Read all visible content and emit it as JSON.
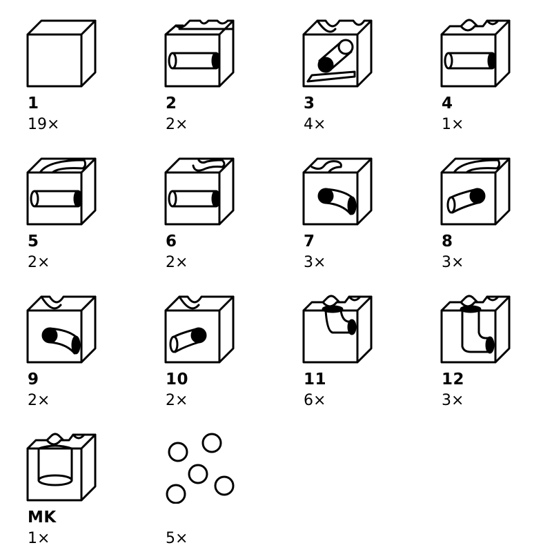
{
  "parts": [
    {
      "id": "1",
      "qty": "19×",
      "icon": "plain-cube-icon"
    },
    {
      "id": "2",
      "qty": "2×",
      "icon": "double-groove-tunnel-cube-icon"
    },
    {
      "id": "3",
      "qty": "4×",
      "icon": "diagonal-drop-cube-icon"
    },
    {
      "id": "4",
      "qty": "1×",
      "icon": "cross-groove-tunnel-cube-icon"
    },
    {
      "id": "5",
      "qty": "2×",
      "icon": "curve-groove-tunnel-cube-icon"
    },
    {
      "id": "6",
      "qty": "2×",
      "icon": "bend-groove-tunnel-cube-icon"
    },
    {
      "id": "7",
      "qty": "3×",
      "icon": "bend-groove-hole-cube-icon"
    },
    {
      "id": "8",
      "qty": "3×",
      "icon": "curve-groove-hole-cube-icon"
    },
    {
      "id": "9",
      "qty": "2×",
      "icon": "groove-hole-right-cube-icon"
    },
    {
      "id": "10",
      "qty": "2×",
      "icon": "groove-hole-left-cube-icon"
    },
    {
      "id": "11",
      "qty": "6×",
      "icon": "cross-groove-drop-cube-icon"
    },
    {
      "id": "12",
      "qty": "3×",
      "icon": "cross-groove-vertical-drop-cube-icon"
    },
    {
      "id": "MK",
      "qty": "1×",
      "icon": "funnel-cube-icon"
    },
    {
      "id": "",
      "qty": "5×",
      "icon": "marbles-icon"
    }
  ]
}
